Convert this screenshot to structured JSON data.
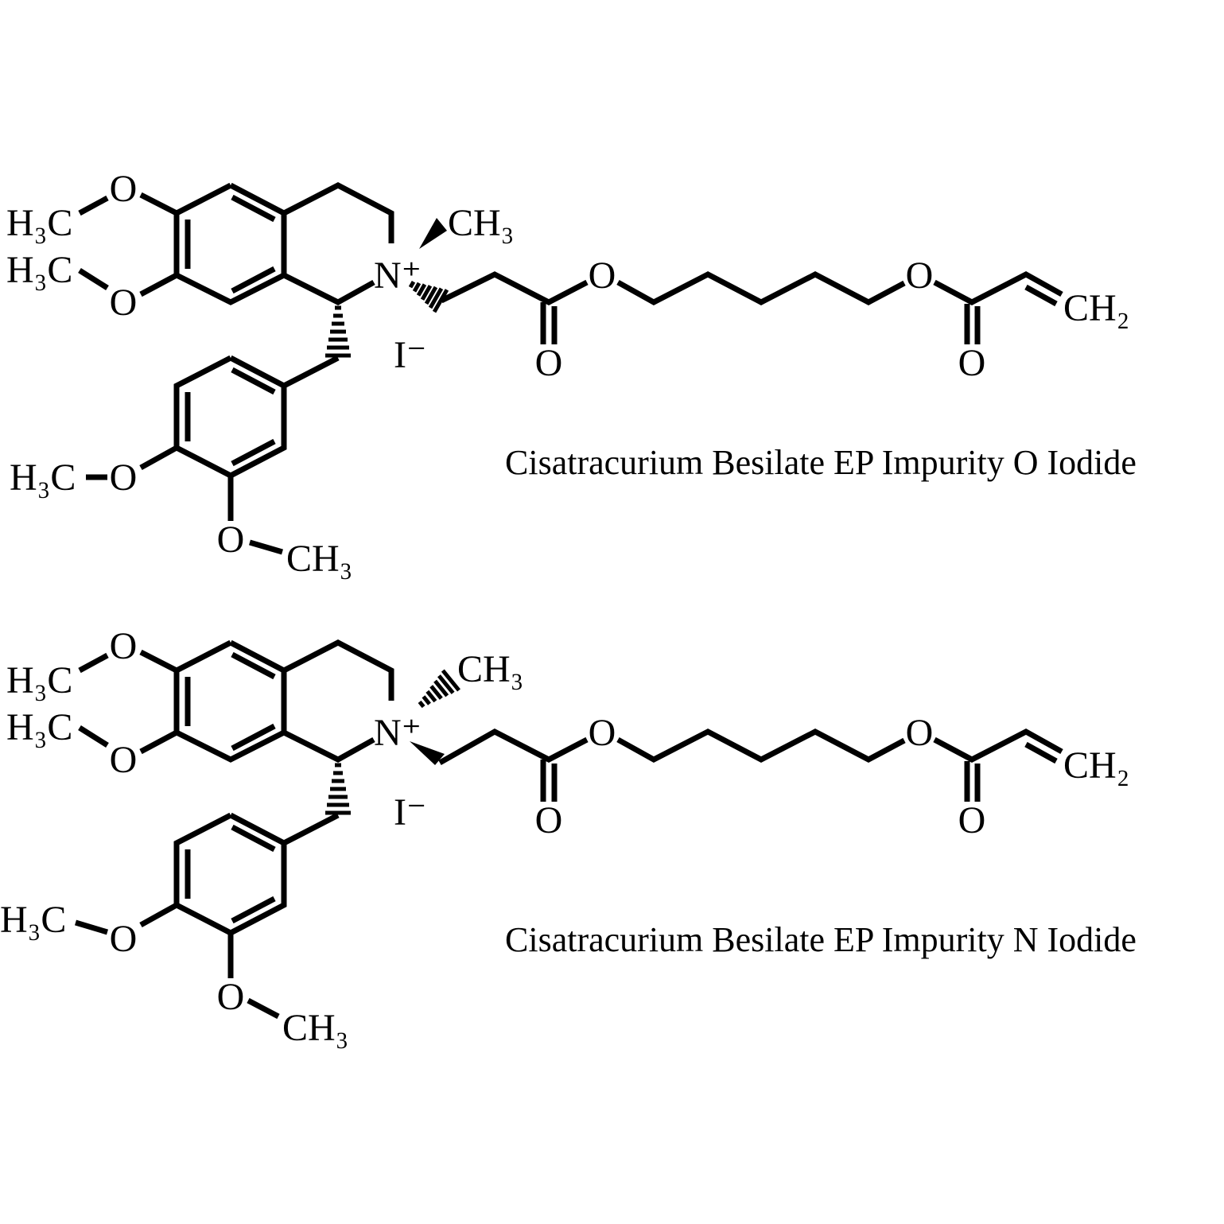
{
  "molecules": [
    {
      "caption": "Cisatracurium Besilate EP Impurity O Iodide",
      "atoms": {
        "o1": "O",
        "me1": "H₃C",
        "o2": "O",
        "me2": "H₃C",
        "o3": "O",
        "me3": "H₃C",
        "o4": "O",
        "me4": "CH₃",
        "n": "N⁺",
        "nme": "CH₃",
        "iodide": "I⁻",
        "co1": "O",
        "oe1": "O",
        "oe2": "O",
        "co2": "O",
        "ch2": "CH₂"
      }
    },
    {
      "caption": "Cisatracurium Besilate EP Impurity N Iodide",
      "atoms": {
        "o1": "O",
        "me1": "H₃C",
        "o2": "O",
        "me2": "H₃C",
        "o3": "O",
        "me3": "H₃C",
        "o4": "O",
        "me4": "CH₃",
        "n": "N⁺",
        "nme": "CH₃",
        "iodide": "I⁻",
        "co1": "O",
        "oe1": "O",
        "oe2": "O",
        "co2": "O",
        "ch2": "CH₂"
      }
    }
  ]
}
